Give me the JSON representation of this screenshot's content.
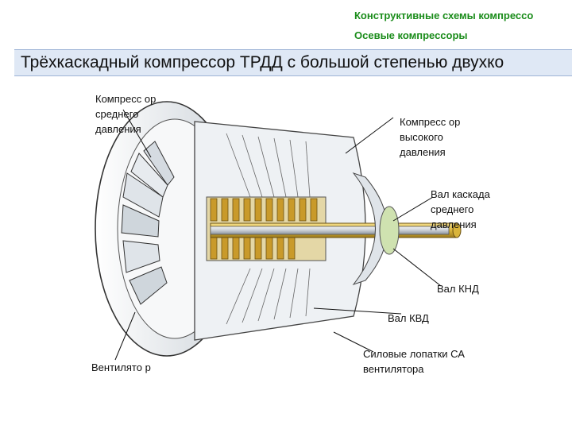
{
  "header": {
    "line1": "Конструктивные схемы компрессо",
    "line2": "Осевые компрессоры"
  },
  "title": "Трёхкаскадный компрессор ТРДД с большой степенью двухко",
  "labels": {
    "compressor_mid": "Компресс ор среднего давления",
    "compressor_high": "Компресс ор высокого давления",
    "shaft_mid": "Вал каскада среднего давления",
    "shaft_lp": "Вал КНД",
    "shaft_hp": "Вал КВД",
    "power_blades": "Силовые лопатки СА вентилятора",
    "fan": "Вентилято р"
  },
  "colors": {
    "header": "#1a8c1a",
    "shaft_gold": "#d9b43a",
    "rotor_gold": "#c99a2a",
    "line": "#333333",
    "casing": "#e8ebee"
  }
}
